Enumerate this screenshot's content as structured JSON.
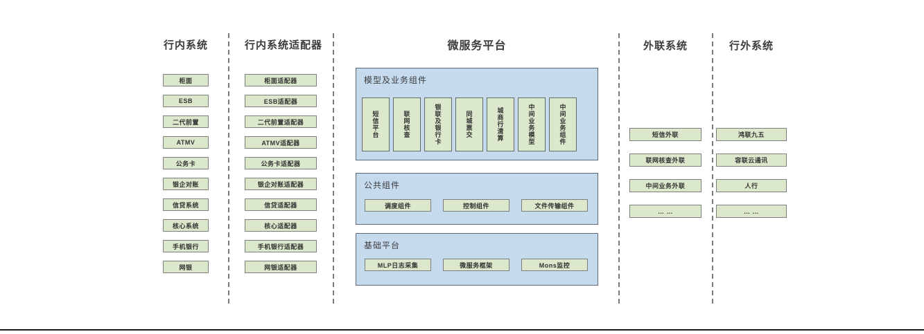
{
  "diagram": {
    "columns": {
      "inbank": {
        "title": "行内系统",
        "items": [
          "柜面",
          "ESB",
          "二代前置",
          "ATMV",
          "公务卡",
          "银企对账",
          "信贷系统",
          "核心系统",
          "手机银行",
          "网银"
        ]
      },
      "adapter": {
        "title": "行内系统适配器",
        "items": [
          "柜面适配器",
          "ESB适配器",
          "二代前置适配器",
          "ATMV适配器",
          "公务卡适配器",
          "银企对账适配器",
          "信贷适配器",
          "核心适配器",
          "手机银行适配器",
          "网银适配器"
        ]
      },
      "microservice": {
        "title": "微服务平台",
        "groups": [
          {
            "label": "模型及业务组件",
            "items": [
              "短信平台",
              "联网核查",
              "银联及银行卡",
              "同城票交",
              "城商行清算",
              "中间业务模型",
              "中间业务组件"
            ]
          },
          {
            "label": "公共组件",
            "items": [
              "调度组件",
              "控制组件",
              "文件传输组件"
            ]
          },
          {
            "label": "基础平台",
            "items": [
              "MLP日志采集",
              "微服务框架",
              "Mons监控"
            ]
          }
        ]
      },
      "external": {
        "title": "外联系统",
        "items": [
          "短信外联",
          "联网核查外联",
          "中间业务外联",
          "… …"
        ]
      },
      "outside": {
        "title": "行外系统",
        "items": [
          "鸿联九五",
          "容联云通讯",
          "人行",
          "… …"
        ]
      }
    },
    "colors": {
      "component_box_fill": "#dce8cc",
      "component_box_border": "#7d7d7d",
      "platform_panel_fill": "#c6daee",
      "platform_panel_border": "#5b6774",
      "divider_line": "#7a7a7a",
      "text": "#3c3c3c",
      "bottom_rule": "#1a1a1a"
    }
  }
}
